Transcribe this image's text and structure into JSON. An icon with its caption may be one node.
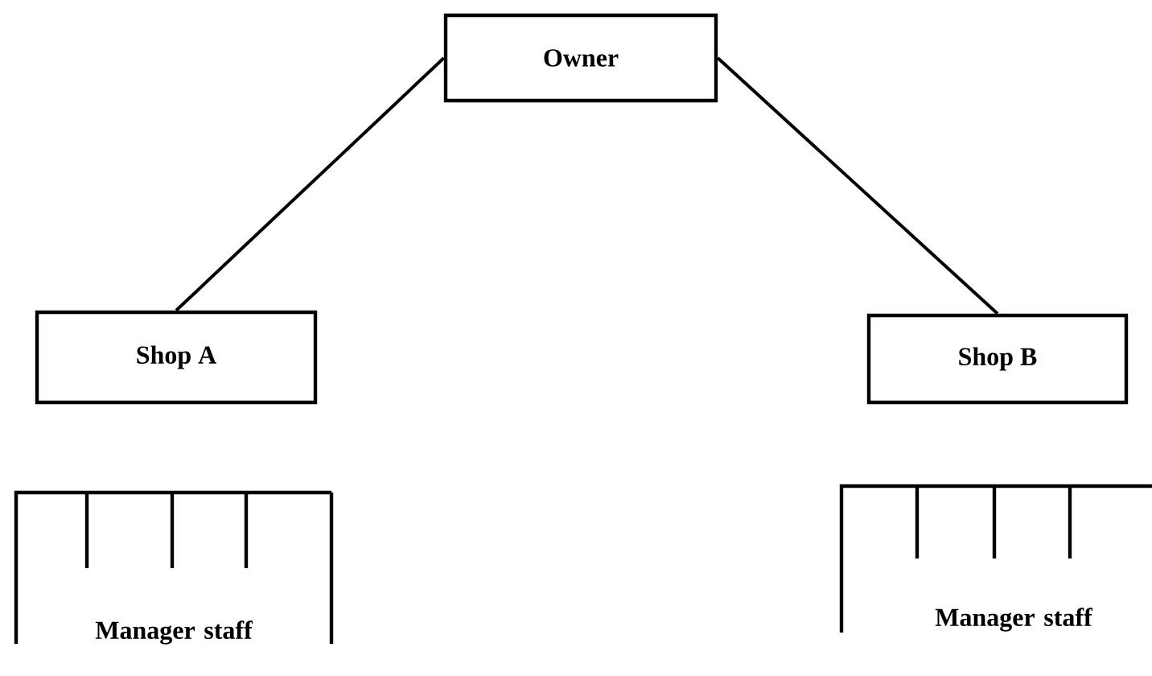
{
  "diagram": {
    "nodes": [
      {
        "text": [
          "Owner"
        ]
      },
      {
        "text": [
          "Shop A"
        ]
      },
      {
        "text": [
          "Shop B"
        ]
      },
      {
        "text": [
          "Manager staff"
        ]
      },
      {
        "text": [
          "Manager staff"
        ]
      }
    ],
    "edges": [
      {
        "from": 0,
        "to": 1,
        "arrow": "none"
      },
      {
        "from": 0,
        "to": 2,
        "arrow": "none"
      }
    ]
  }
}
